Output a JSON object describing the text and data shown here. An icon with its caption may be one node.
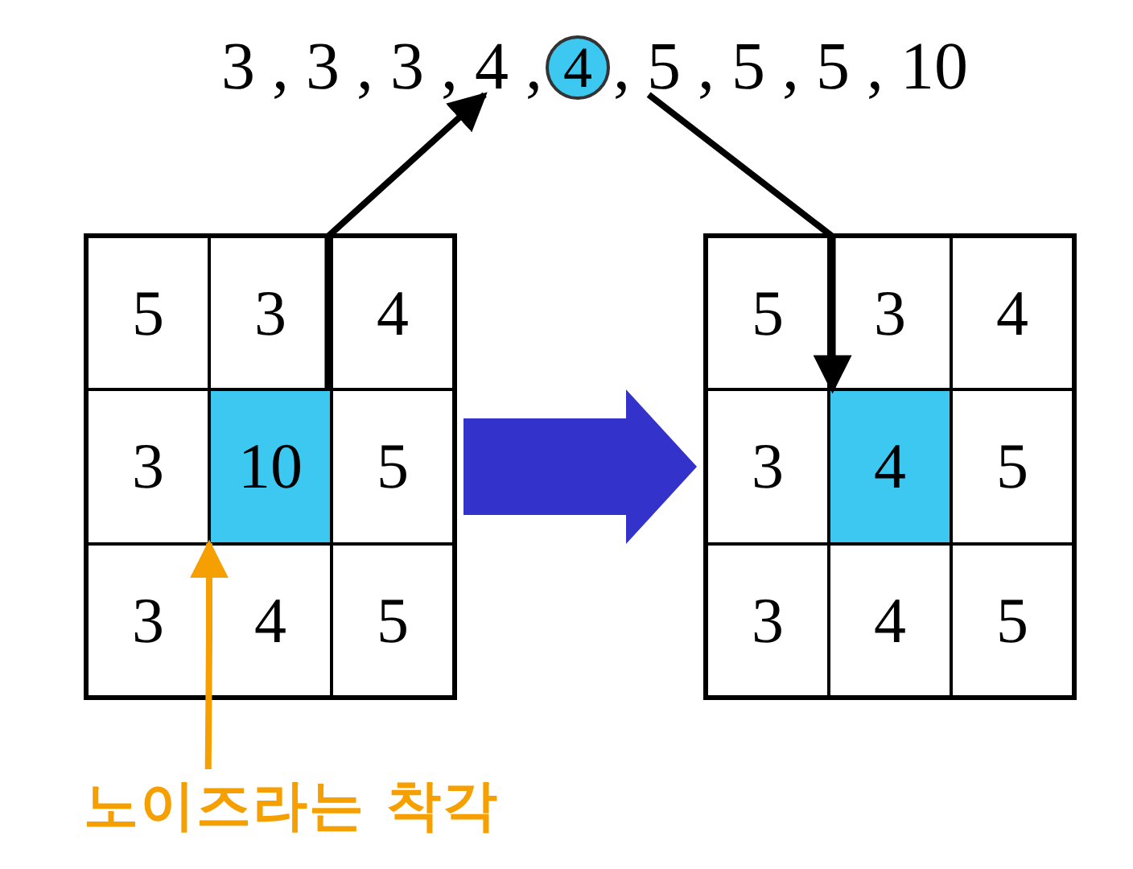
{
  "diagram": {
    "nodes": [
      {
        "text": [
          "3 , 3 , 3 , 4 ,"
        ]
      },
      {
        "text": [
          "4"
        ]
      },
      {
        "text": [
          ", 5 , 5 , 5 , 10"
        ]
      },
      {
        "text": [],
        "shape": "box"
      },
      {
        "text": [
          "5"
        ],
        "in": 3
      },
      {
        "text": [
          "3"
        ],
        "in": 3
      },
      {
        "text": [
          "4"
        ],
        "in": 3
      },
      {
        "text": [
          "3"
        ],
        "in": 3
      },
      {
        "text": [
          "10"
        ],
        "in": 3
      },
      {
        "text": [
          "5"
        ],
        "in": 3
      },
      {
        "text": [
          "3"
        ],
        "in": 3
      },
      {
        "text": [
          "4"
        ],
        "in": 3
      },
      {
        "text": [
          "5"
        ],
        "in": 3
      },
      {
        "text": [],
        "shape": "box"
      },
      {
        "text": [
          "5"
        ],
        "in": 13
      },
      {
        "text": [
          "3"
        ],
        "in": 13
      },
      {
        "text": [
          "4"
        ],
        "in": 13
      },
      {
        "text": [
          "3"
        ],
        "in": 13
      },
      {
        "text": [
          "4"
        ],
        "in": 13
      },
      {
        "text": [
          "5"
        ],
        "in": 13
      },
      {
        "text": [
          "3"
        ],
        "in": 13
      },
      {
        "text": [
          "4"
        ],
        "in": 13
      },
      {
        "text": [
          "5"
        ],
        "in": 13
      },
      {
        "text": [
          "노이즈라는 착각"
        ]
      }
    ],
    "edges": [
      {
        "from": 8,
        "to": 0,
        "arrow": "to"
      },
      {
        "from": 2,
        "to": 18,
        "arrow": "to"
      },
      {
        "from": 3,
        "to": 13,
        "arrow": "to",
        "style": "thick",
        "color": "#3333cc"
      },
      {
        "from": 23,
        "to": 8,
        "arrow": "to",
        "color": "#f5a000"
      }
    ]
  }
}
